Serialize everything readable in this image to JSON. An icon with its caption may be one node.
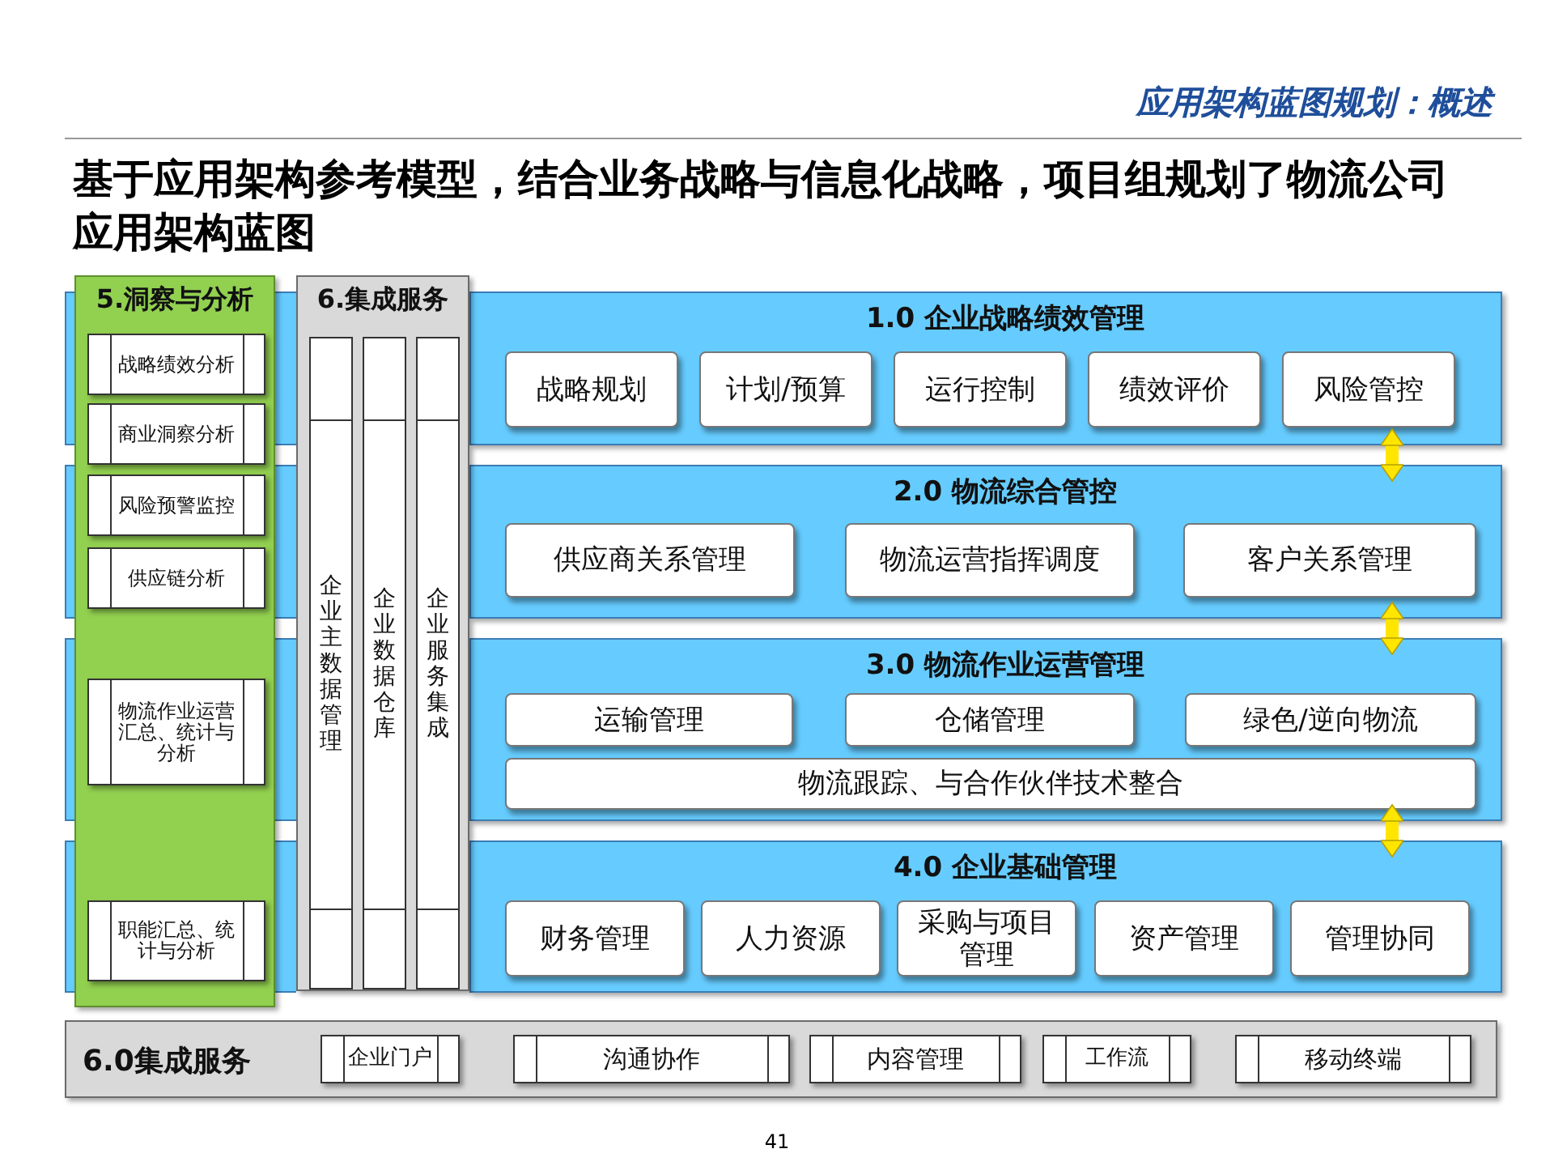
{
  "diagram": {
    "title": "基于应用架构参考模型，结合业务战略与信息化战略，项目组规划了物流公司应用架构蓝图",
    "labels": [
      "应用架构蓝图规划：概述",
      "41"
    ],
    "nodes": [
      {
        "text": [
          "5.洞察与分析"
        ]
      },
      {
        "text": [
          "战略绩效分析"
        ],
        "in": 0
      },
      {
        "text": [
          "商业洞察分析"
        ],
        "in": 0
      },
      {
        "text": [
          "风险预警监控"
        ],
        "in": 0
      },
      {
        "text": [
          "供应链分析"
        ],
        "in": 0
      },
      {
        "text": [
          "物流作业运营汇总、统计与分析"
        ],
        "in": 0
      },
      {
        "text": [
          "职能汇总、统计与分析"
        ],
        "in": 0
      },
      {
        "text": [
          "6.集成服务"
        ]
      },
      {
        "text": [
          "企业主数据管理"
        ],
        "in": 7
      },
      {
        "text": [
          "企业数据仓库"
        ],
        "in": 7
      },
      {
        "text": [
          "企业服务集成"
        ],
        "in": 7
      },
      {
        "text": [
          "1.0 企业战略绩效管理"
        ]
      },
      {
        "text": [
          "战略规划"
        ],
        "in": 11
      },
      {
        "text": [
          "计划/预算"
        ],
        "in": 11
      },
      {
        "text": [
          "运行控制"
        ],
        "in": 11
      },
      {
        "text": [
          "绩效评价"
        ],
        "in": 11
      },
      {
        "text": [
          "风险管控"
        ],
        "in": 11
      },
      {
        "text": [
          "2.0 物流综合管控"
        ]
      },
      {
        "text": [
          "供应商关系管理"
        ],
        "in": 17
      },
      {
        "text": [
          "物流运营指挥调度"
        ],
        "in": 17
      },
      {
        "text": [
          "客户关系管理"
        ],
        "in": 17
      },
      {
        "text": [
          "3.0 物流作业运营管理"
        ]
      },
      {
        "text": [
          "运输管理"
        ],
        "in": 21
      },
      {
        "text": [
          "仓储管理"
        ],
        "in": 21
      },
      {
        "text": [
          "绿色/逆向物流"
        ],
        "in": 21
      },
      {
        "text": [
          "物流跟踪、与合作伙伴技术整合"
        ],
        "in": 21
      },
      {
        "text": [
          "4.0 企业基础管理"
        ]
      },
      {
        "text": [
          "财务管理"
        ],
        "in": 26
      },
      {
        "text": [
          "人力资源"
        ],
        "in": 26
      },
      {
        "text": [
          "采购与项目管理"
        ],
        "in": 26
      },
      {
        "text": [
          "资产管理"
        ],
        "in": 26
      },
      {
        "text": [
          "管理协同"
        ],
        "in": 26
      },
      {
        "text": [
          "6.0集成服务"
        ]
      },
      {
        "text": [
          "企业门户"
        ],
        "in": 32
      },
      {
        "text": [
          "沟通协作"
        ],
        "in": 32
      },
      {
        "text": [
          "内容管理"
        ],
        "in": 32
      },
      {
        "text": [
          "工作流"
        ],
        "in": 32
      },
      {
        "text": [
          "移动终端"
        ],
        "in": 32
      }
    ],
    "edges": [
      {
        "from": 11,
        "to": 17,
        "arrow": "both"
      },
      {
        "from": 17,
        "to": 21,
        "arrow": "both"
      },
      {
        "from": 21,
        "to": 26,
        "arrow": "both"
      }
    ]
  }
}
